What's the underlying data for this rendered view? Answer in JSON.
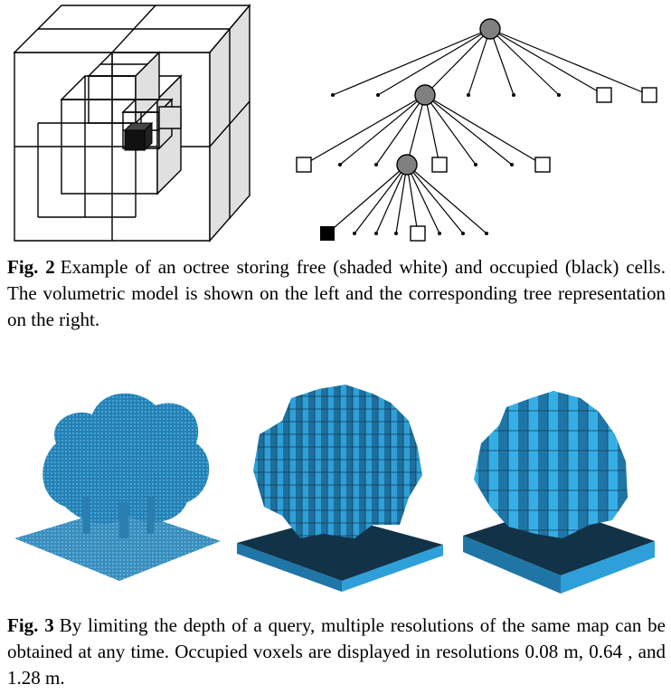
{
  "figure2": {
    "label": "Fig. 2",
    "caption": "Example of an octree storing free (shaded white) and occupied (black) cells. The volumetric model is shown on the left and the corresponding tree representation on the right."
  },
  "figure3": {
    "label": "Fig. 3",
    "caption": "By limiting the depth of a query, multiple resolutions of the same map can be obtained at any time. Occupied voxels are displayed in resolutions 0.08 m, 0.64 , and 1.28 m."
  },
  "colors": {
    "inner_node": "#808080",
    "occupied": "#000000",
    "free_shade": "#e0e0e0",
    "voxel_light": "#2e9fd9",
    "voxel_dark": "#1c4a66",
    "base_dark": "#123247"
  }
}
